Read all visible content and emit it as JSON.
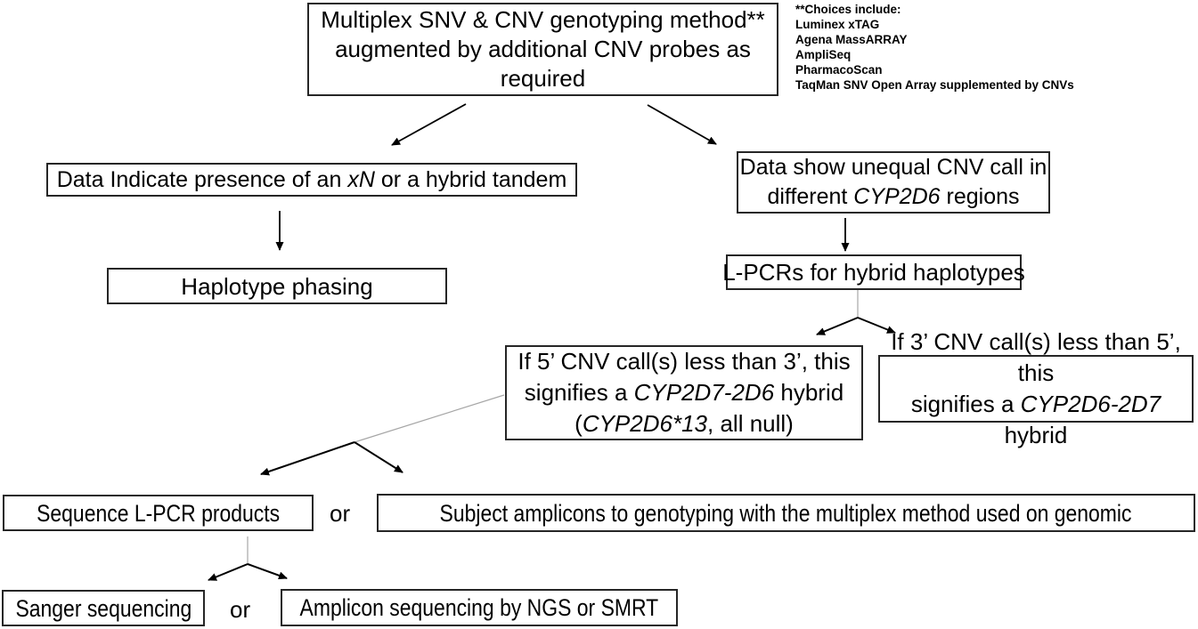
{
  "diagram": {
    "top_box": {
      "line1": "Multiplex SNV & CNV genotyping method**",
      "line2": "augmented by additional CNV probes as",
      "line3": "required"
    },
    "annotation": {
      "lines": [
        "**Choices include:",
        "Luminex xTAG",
        "Agena MassARRAY",
        "AmpliSeq",
        "PharmacoScan",
        "TaqMan SNV Open Array supplemented by CNVs"
      ]
    },
    "tandem_box": {
      "pre": "Data Indicate presence of an ",
      "italic": "xN",
      "post": " or a hybrid tandem"
    },
    "unequal_box": {
      "line1": "Data show unequal CNV call in",
      "line2_pre": "different ",
      "line2_italic": "CYP2D6",
      "line2_post": " regions"
    },
    "haplotype_box": {
      "label": "Haplotype phasing"
    },
    "lpcr_box": {
      "label": "L-PCRs for hybrid haplotypes"
    },
    "hybrid5_box": {
      "line1": "If 5’ CNV call(s) less than 3’, this",
      "line2_pre": "signifies a ",
      "line2_italic": "CYP2D7-2D6",
      "line2_post": " hybrid",
      "line3_pre": "(",
      "line3_italic": "CYP2D6*13",
      "line3_post": ", all null)"
    },
    "hybrid3_box": {
      "line1": "If 3’ CNV call(s) less than 5’, this",
      "line2_pre": "signifies a ",
      "line2_italic": "CYP2D6-2D7",
      "line2_post": " hybrid"
    },
    "sequence_box": {
      "label": "Sequence L-PCR products"
    },
    "or1": "or",
    "subject_box": {
      "label": "Subject amplicons to genotyping with the multiplex method used on genomic"
    },
    "sanger_box": {
      "label": "Sanger sequencing"
    },
    "or2": "or",
    "amplicon_box": {
      "label": "Amplicon sequencing by NGS or SMRT"
    },
    "colors": {
      "background": "#ffffff",
      "box_border": "#262626",
      "text": "#000000",
      "arrow_black": "#000000",
      "connector_gray": "#a6a6a6"
    }
  }
}
